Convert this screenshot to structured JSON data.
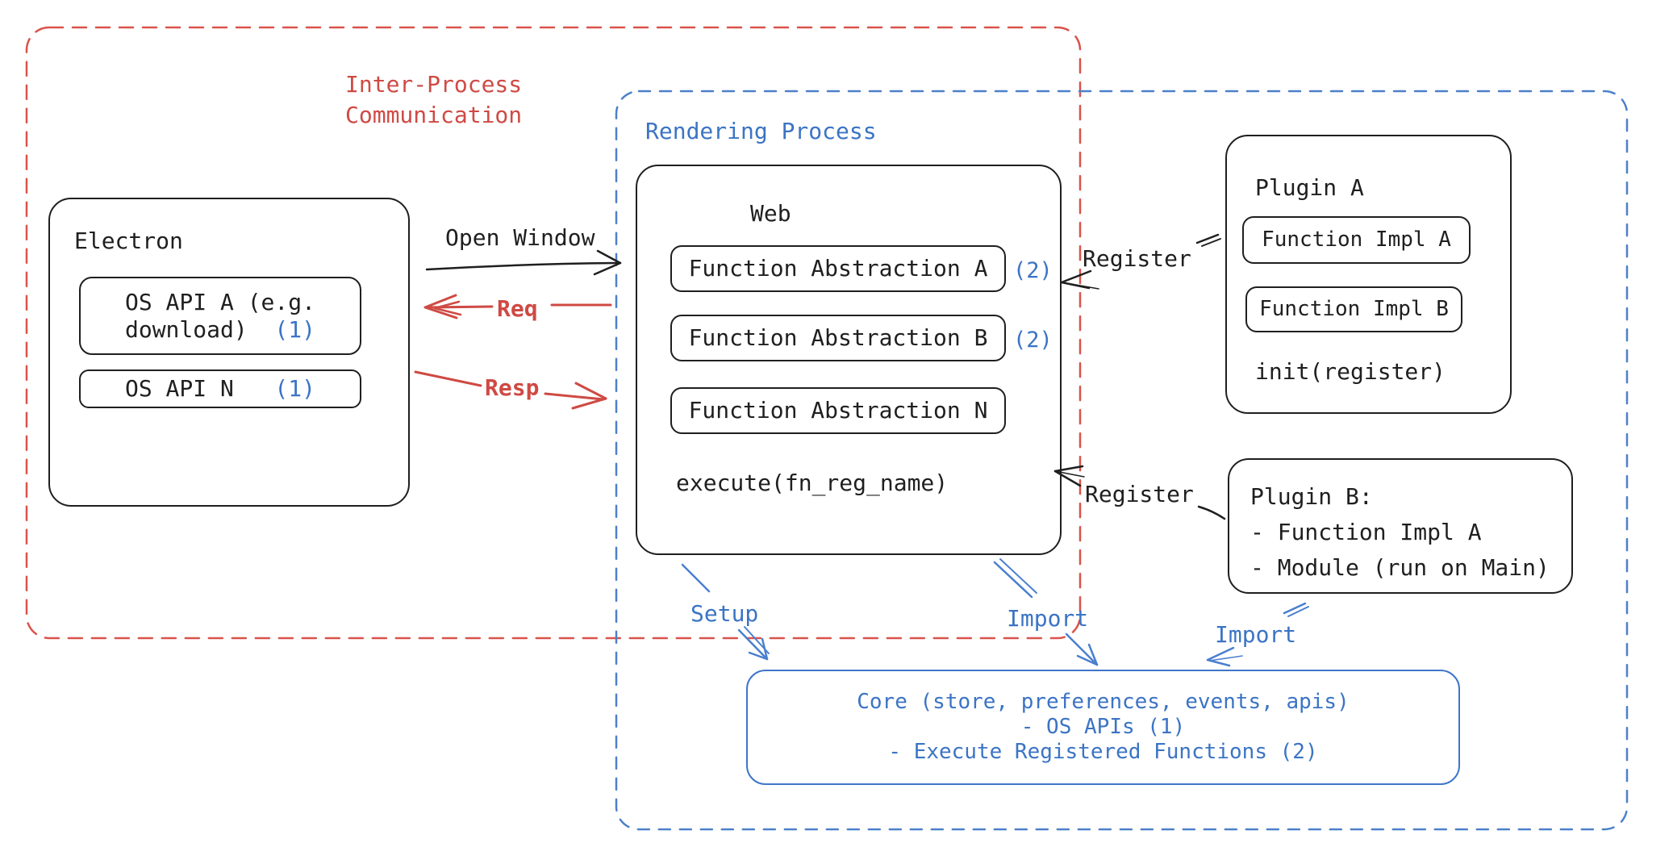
{
  "colors": {
    "ink": "#1f1f1f",
    "red": "#cf4a44",
    "red_dashed_border": "#d9534b",
    "blue": "#3b74c4",
    "blue_dashed_border": "#4d80c9",
    "blue_arrow": "#4a7fd0"
  },
  "ipc_group": {
    "line1": "Inter-Process",
    "line2": "Communication"
  },
  "rendering_group": {
    "label": "Rendering Process"
  },
  "electron": {
    "title": "Electron",
    "os_api_a_line1": "OS API A (e.g.",
    "os_api_a_line2": "download)",
    "os_api_a_ref": "(1)",
    "os_api_n": "OS API N",
    "os_api_n_ref": "(1)"
  },
  "web": {
    "title": "Web",
    "fn_a": "Function Abstraction A",
    "fn_a_ref": "(2)",
    "fn_b": "Function Abstraction B",
    "fn_b_ref": "(2)",
    "fn_n": "Function Abstraction N",
    "execute": "execute(fn_reg_name)"
  },
  "plugin_a": {
    "title": "Plugin A",
    "impl_a": "Function Impl A",
    "impl_b": "Function Impl B",
    "init": "init(register)"
  },
  "plugin_b": {
    "title": "Plugin B:",
    "item1": "- Function Impl A",
    "item2": "- Module (run on Main)"
  },
  "core": {
    "line1": "Core (store, preferences, events, apis)",
    "line2": "- OS APIs (1)",
    "line3": "- Execute Registered Functions (2)"
  },
  "labels": {
    "open_window": "Open Window",
    "req": "Req",
    "resp": "Resp",
    "register_top": "Register",
    "register_bottom": "Register",
    "setup": "Setup",
    "import_web": "Import",
    "import_plugin": "Import"
  }
}
